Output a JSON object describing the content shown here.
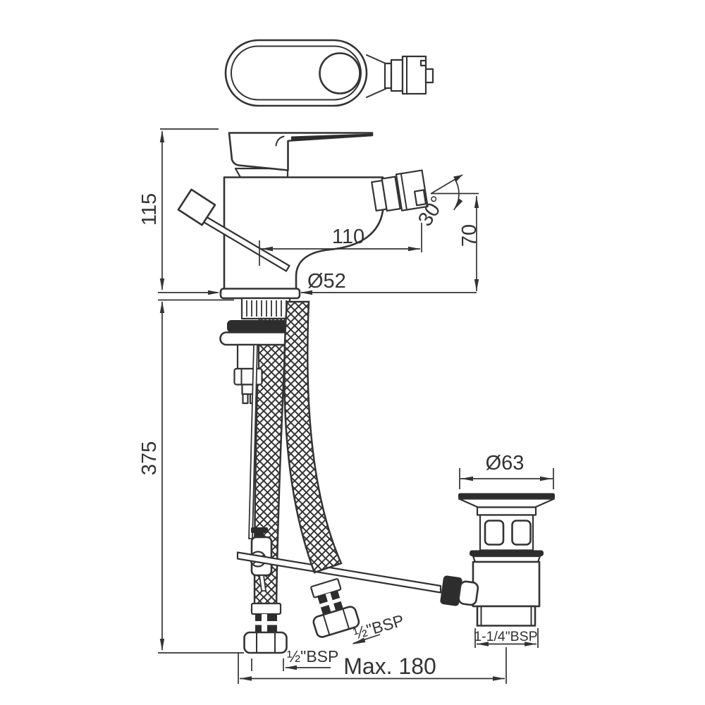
{
  "drawing": {
    "kind": "technical-dimension-drawing",
    "colors": {
      "line": "#333333",
      "dark_fill": "#2d2d2d",
      "background": "#ffffff"
    },
    "labels": {
      "d115": "115",
      "d375": "375",
      "d110": "110",
      "d70": "70",
      "a30": "30°",
      "d52": "Ø52",
      "d63": "Ø63",
      "bsp_right_hose": "½\"BSP",
      "bsp_left_hose": "½\"BSP",
      "bsp_waste": "1-1/4\"BSP",
      "max180": "Max. 180"
    }
  }
}
